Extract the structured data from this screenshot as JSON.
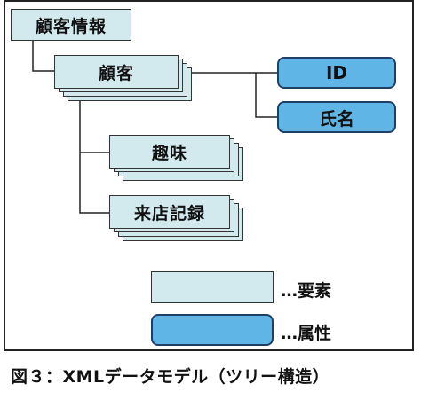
{
  "diagram": {
    "root": {
      "label": "顧客情報"
    },
    "customer": {
      "label": "顧客"
    },
    "attributes": [
      {
        "label": "ID"
      },
      {
        "label": "氏名"
      }
    ],
    "children": [
      {
        "label": "趣味"
      },
      {
        "label": "来店記録"
      }
    ]
  },
  "legend": {
    "element_label": "…要素",
    "attribute_label": "…属性"
  },
  "caption": "図３：XMLデータモデル（ツリー構造）",
  "colors": {
    "element_fill": "#d2e9ee",
    "attribute_fill": "#5fb6e6",
    "attribute_border": "#1f3f66"
  }
}
